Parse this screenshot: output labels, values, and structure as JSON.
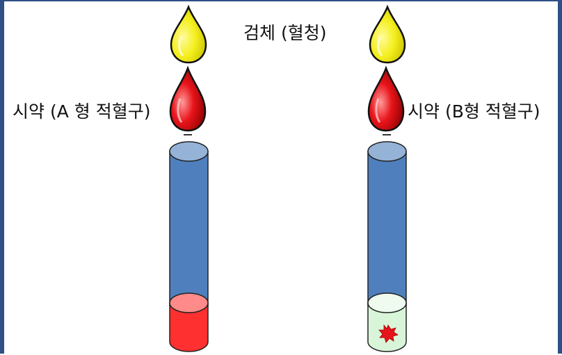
{
  "labels": {
    "sample": "검체 (혈청)",
    "reagent_a": "시약 (A 형 적혈구)",
    "reagent_b": "시약 (B형 적혈구)"
  },
  "colors": {
    "frame": "#2f4f86",
    "serum_drop": "#f2ee1c",
    "reagent_drop": "#e0141a",
    "tube_body": "#4f80bd",
    "tube_top": "#95b3d7",
    "agglutinated_fill": "#ff3333",
    "nonagglutinated_fill": "#d9f5d9",
    "clump": "#e4141a"
  },
  "tubes": [
    {
      "reagent": "A",
      "result": "uniform red (no agglutination)"
    },
    {
      "reagent": "B",
      "result": "clear with red clump (agglutination)"
    }
  ]
}
